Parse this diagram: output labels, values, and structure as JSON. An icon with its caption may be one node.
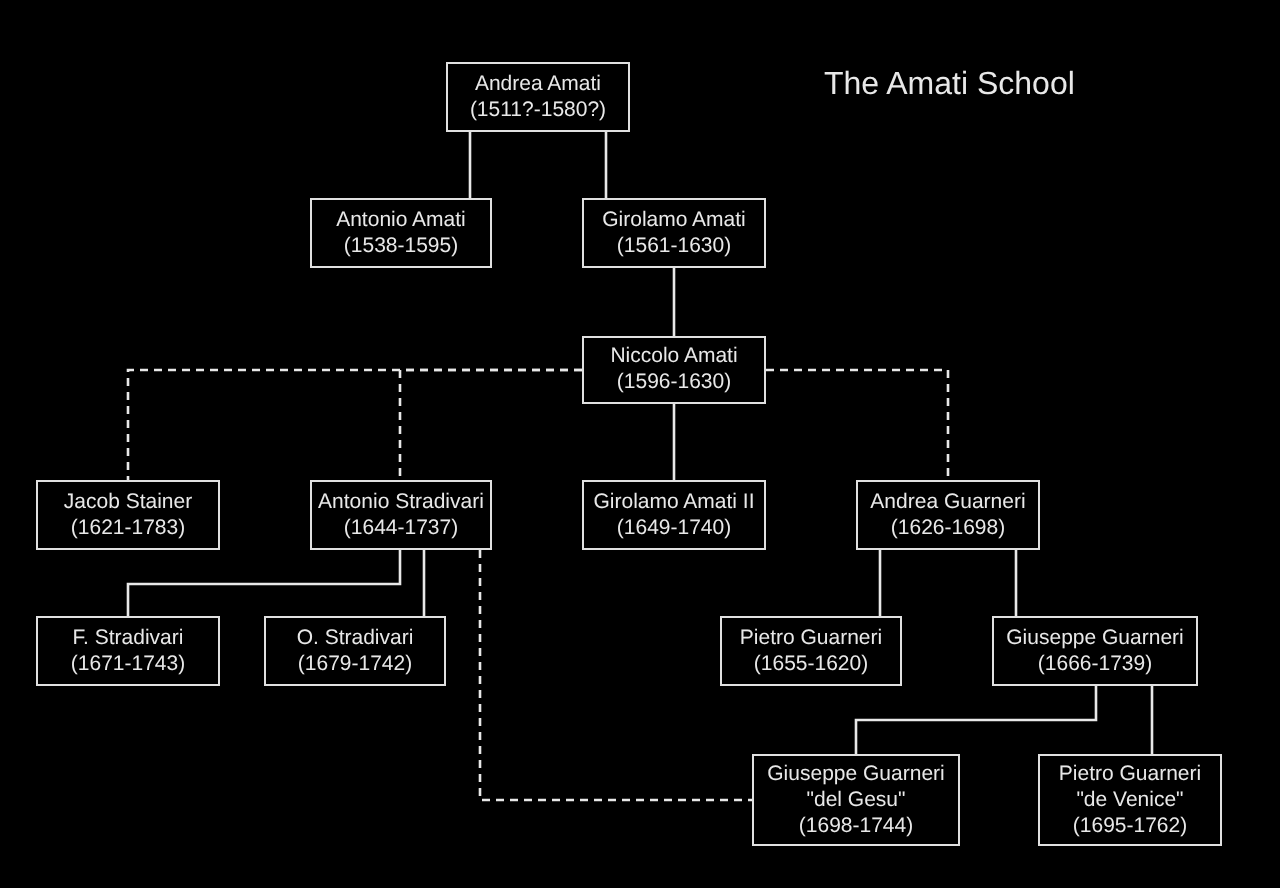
{
  "diagram": {
    "title": "The Amati School",
    "nodes": [
      {
        "text": [
          "Andrea Amati",
          "(1511?-1580?)"
        ]
      },
      {
        "text": [
          "Antonio Amati",
          "(1538-1595)"
        ]
      },
      {
        "text": [
          "Girolamo Amati",
          "(1561-1630)"
        ]
      },
      {
        "text": [
          "Niccolo Amati",
          "(1596-1630)"
        ]
      },
      {
        "text": [
          "Jacob Stainer",
          "(1621-1783)"
        ]
      },
      {
        "text": [
          "Antonio Stradivari",
          "(1644-1737)"
        ]
      },
      {
        "text": [
          "Girolamo Amati II",
          "(1649-1740)"
        ]
      },
      {
        "text": [
          "Andrea Guarneri",
          "(1626-1698)"
        ]
      },
      {
        "text": [
          "F. Stradivari",
          "(1671-1743)"
        ]
      },
      {
        "text": [
          "O. Stradivari",
          "(1679-1742)"
        ]
      },
      {
        "text": [
          "Pietro Guarneri",
          "(1655-1620)"
        ]
      },
      {
        "text": [
          "Giuseppe Guarneri",
          "(1666-1739)"
        ]
      },
      {
        "text": [
          "Giuseppe Guarneri",
          "\"del Gesu\"",
          "(1698-1744)"
        ]
      },
      {
        "text": [
          "Pietro Guarneri",
          "\"de Venice\"",
          "(1695-1762)"
        ]
      }
    ],
    "edges": [
      {
        "from": 0,
        "to": 1,
        "arrow": "none"
      },
      {
        "from": 0,
        "to": 2,
        "arrow": "none"
      },
      {
        "from": 2,
        "to": 3,
        "arrow": "none"
      },
      {
        "from": 3,
        "to": 4,
        "arrow": "none",
        "style": "dashed"
      },
      {
        "from": 3,
        "to": 5,
        "arrow": "none",
        "style": "dashed"
      },
      {
        "from": 3,
        "to": 6,
        "arrow": "none"
      },
      {
        "from": 3,
        "to": 7,
        "arrow": "none",
        "style": "dashed"
      },
      {
        "from": 5,
        "to": 8,
        "arrow": "none"
      },
      {
        "from": 5,
        "to": 9,
        "arrow": "none"
      },
      {
        "from": 5,
        "to": 12,
        "arrow": "none",
        "style": "dashed"
      },
      {
        "from": 7,
        "to": 10,
        "arrow": "none"
      },
      {
        "from": 7,
        "to": 11,
        "arrow": "none"
      },
      {
        "from": 11,
        "to": 12,
        "arrow": "none"
      },
      {
        "from": 11,
        "to": 13,
        "arrow": "none"
      }
    ]
  }
}
